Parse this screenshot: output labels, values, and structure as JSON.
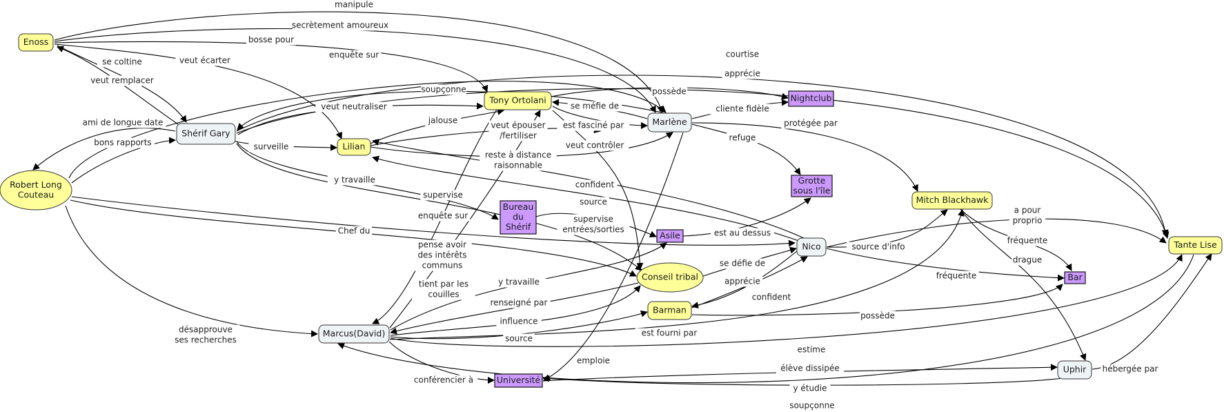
{
  "map_title": "Concept map - characters and places",
  "node_colors": {
    "person_main": "#ffff99",
    "person_secondary": "#eef3f5",
    "place": "#cc99ff",
    "group": "#ffff99"
  },
  "nodes": {
    "enoss": {
      "label": "Enoss",
      "type": "person_main"
    },
    "gary": {
      "label": "Shérif Gary",
      "type": "person_secondary"
    },
    "robert": {
      "label": [
        "Robert Long",
        "Couteau"
      ],
      "type": "group"
    },
    "lilian": {
      "label": "Lilian",
      "type": "person_main"
    },
    "tony": {
      "label": "Tony Ortolani",
      "type": "person_main"
    },
    "marlene": {
      "label": "Marlène",
      "type": "person_secondary"
    },
    "nightclub": {
      "label": "Nightclub",
      "type": "place"
    },
    "grotte": {
      "label": [
        "Grotte",
        "sous l'île"
      ],
      "type": "place"
    },
    "bureau": {
      "label": [
        "Bureau",
        "du",
        "Shérif"
      ],
      "type": "place"
    },
    "asile": {
      "label": "Asile",
      "type": "place"
    },
    "nico": {
      "label": "Nico",
      "type": "person_secondary"
    },
    "conseil": {
      "label": "Conseil tribal",
      "type": "group"
    },
    "barman": {
      "label": "Barman",
      "type": "person_main"
    },
    "marcus": {
      "label": "Marcus(David)",
      "type": "person_secondary"
    },
    "universite": {
      "label": "Université",
      "type": "place"
    },
    "mitch": {
      "label": "Mitch Blackhawk",
      "type": "person_main"
    },
    "tante": {
      "label": "Tante Lise",
      "type": "person_main"
    },
    "bar": {
      "label": "Bar",
      "type": "place"
    },
    "uphir": {
      "label": "Uphir",
      "type": "person_secondary"
    }
  },
  "edges": [
    {
      "id": "e1",
      "from": "marlene",
      "to": "enoss",
      "label": [
        "manipule"
      ]
    },
    {
      "id": "e2",
      "from": "enoss",
      "to": "marlene",
      "label": [
        "secrètement amoureux"
      ]
    },
    {
      "id": "e3",
      "from": "enoss",
      "to": "tony",
      "label": [
        "bosse pour"
      ]
    },
    {
      "id": "e4",
      "from": "enoss",
      "to": "lilian",
      "label": [
        "veut écarter"
      ]
    },
    {
      "id": "e5",
      "from": "gary",
      "to": "enoss",
      "label": [
        "se coltine"
      ]
    },
    {
      "id": "e6",
      "from": "enoss",
      "to": "gary",
      "label": [
        "veut remplacer"
      ]
    },
    {
      "id": "e7",
      "from": "robert",
      "to": "marlene",
      "label": [
        "enquête sur"
      ]
    },
    {
      "id": "e8",
      "from": "gary",
      "to": "robert",
      "label": [
        "ami de longue date"
      ]
    },
    {
      "id": "e9",
      "from": "robert",
      "to": "gary",
      "label": [
        "bons rapports"
      ]
    },
    {
      "id": "e10",
      "from": "gary",
      "to": "lilian",
      "label": [
        "surveille"
      ]
    },
    {
      "id": "e11",
      "from": "tony",
      "to": "gary",
      "label": [
        "soupçonne"
      ]
    },
    {
      "id": "e12",
      "from": "gary",
      "to": "tony",
      "label": [
        "veut neutraliser"
      ]
    },
    {
      "id": "e13",
      "from": "lilian",
      "to": "tony",
      "label": [
        "jalouse"
      ]
    },
    {
      "id": "e14",
      "from": "lilian",
      "to": "tony",
      "label": [
        "veut épouser",
        "/fertiliser"
      ]
    },
    {
      "id": "e15",
      "from": "marlene",
      "to": "tony",
      "label": [
        "se méfie de"
      ]
    },
    {
      "id": "e16",
      "from": "tony",
      "to": "marlene",
      "label": [
        "est fasciné par"
      ]
    },
    {
      "id": "e17",
      "from": "tony",
      "to": "conseil",
      "label": [
        "veut contrôler"
      ]
    },
    {
      "id": "e18",
      "from": "lilian",
      "to": "marlene",
      "label": [
        "reste à distance",
        "raisonnable"
      ]
    },
    {
      "id": "e19",
      "from": "nico",
      "to": "lilian",
      "label": [
        "confident"
      ]
    },
    {
      "id": "e20",
      "from": "nico",
      "to": "lilian",
      "label": [
        "source"
      ]
    },
    {
      "id": "e21",
      "from": "gary",
      "to": "bureau",
      "label": [
        "y travaille"
      ]
    },
    {
      "id": "e22",
      "from": "gary",
      "to": "conseil",
      "label": [
        "supervise"
      ]
    },
    {
      "id": "e23",
      "from": "robert",
      "to": "nico",
      "label": [
        "enquête sur"
      ]
    },
    {
      "id": "e24",
      "from": "robert",
      "to": "conseil",
      "label": [
        "Chef du"
      ]
    },
    {
      "id": "e25",
      "from": "bureau",
      "to": "asile",
      "label": [
        "supervise",
        "entrées/sorties"
      ]
    },
    {
      "id": "e26",
      "from": "asile",
      "to": "grotte",
      "label": [
        "est au dessus"
      ]
    },
    {
      "id": "e27",
      "from": "tony",
      "to": "nightclub",
      "label": [
        "possède"
      ]
    },
    {
      "id": "e28",
      "from": "marlene",
      "to": "nightclub",
      "label": [
        "cliente fidèle"
      ]
    },
    {
      "id": "e29",
      "from": "marlene",
      "to": "mitch",
      "label": [
        "protégée par"
      ]
    },
    {
      "id": "e30",
      "from": "marlene",
      "to": "grotte",
      "label": [
        "refuge"
      ]
    },
    {
      "id": "e31",
      "from": "gary",
      "to": "tante",
      "label": [
        "courtise"
      ]
    },
    {
      "id": "e32",
      "from": "gary",
      "to": "tante",
      "label": [
        "apprécie"
      ]
    },
    {
      "id": "e33",
      "from": "conseil",
      "to": "nico",
      "label": [
        "se défie de"
      ]
    },
    {
      "id": "e34",
      "from": "barman",
      "to": "nico",
      "label": [
        "apprécie"
      ]
    },
    {
      "id": "e35",
      "from": "nico",
      "to": "barman",
      "label": [
        "confident"
      ]
    },
    {
      "id": "e36",
      "from": "marcus",
      "to": "mitch",
      "label": [
        "est fourni par"
      ]
    },
    {
      "id": "e37",
      "from": "marcus",
      "to": "tony",
      "label": [
        "pense avoir",
        "des intérêts",
        "communs"
      ]
    },
    {
      "id": "e38",
      "from": "tony",
      "to": "marcus",
      "label": [
        "tient par les",
        "couilles"
      ]
    },
    {
      "id": "e39",
      "from": "marcus",
      "to": "asile",
      "label": [
        "y travaille"
      ]
    },
    {
      "id": "e40",
      "from": "conseil",
      "to": "marcus",
      "label": [
        "renseigné par"
      ]
    },
    {
      "id": "e41",
      "from": "marcus",
      "to": "conseil",
      "label": [
        "influence"
      ]
    },
    {
      "id": "e42",
      "from": "marcus",
      "to": "barman",
      "label": [
        "source"
      ]
    },
    {
      "id": "e43",
      "from": "marlene",
      "to": "universite",
      "label": [
        "emploie"
      ]
    },
    {
      "id": "e44",
      "from": "marcus",
      "to": "universite",
      "label": [
        "conférencier à"
      ]
    },
    {
      "id": "e45",
      "from": "robert",
      "to": "marcus",
      "label": [
        "désapprouve",
        "ses recherches"
      ]
    },
    {
      "id": "e46",
      "from": "marcus",
      "to": "tante",
      "label": [
        "estime"
      ]
    },
    {
      "id": "e47",
      "from": "universite",
      "to": "uphir",
      "label": [
        "élève dissipée"
      ]
    },
    {
      "id": "e48",
      "from": "uphir",
      "to": "universite",
      "label": [
        "y étudie"
      ]
    },
    {
      "id": "e49",
      "from": "tante",
      "to": "marcus",
      "label": [
        "soupçonne"
      ]
    },
    {
      "id": "e50",
      "from": "nico",
      "to": "tante",
      "label": [
        "a pour",
        "proprio"
      ]
    },
    {
      "id": "e51",
      "from": "nico",
      "to": "mitch",
      "label": [
        "source d'info"
      ]
    },
    {
      "id": "e52",
      "from": "mitch",
      "to": "bar",
      "label": [
        "fréquente"
      ]
    },
    {
      "id": "e53",
      "from": "mitch",
      "to": "uphir",
      "label": [
        "drague"
      ]
    },
    {
      "id": "e54",
      "from": "nico",
      "to": "bar",
      "label": [
        "fréquente"
      ]
    },
    {
      "id": "e55",
      "from": "barman",
      "to": "bar",
      "label": [
        "possède"
      ]
    },
    {
      "id": "e56",
      "from": "uphir",
      "to": "tante",
      "label": [
        "hébergée par"
      ]
    }
  ]
}
